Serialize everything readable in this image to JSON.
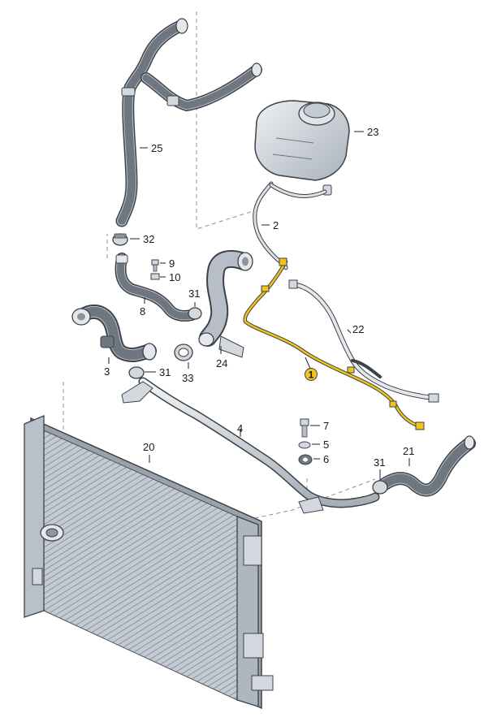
{
  "diagram": {
    "highlight_color": "#f0c419",
    "part_color": "#c9d0d8",
    "outline_color": "#3d4249",
    "labels": {
      "p1": "1",
      "p2": "2",
      "p3": "3",
      "p4": "4",
      "p5": "5",
      "p6": "6",
      "p7": "7",
      "p8": "8",
      "p9": "9",
      "p10": "10",
      "p20": "20",
      "p21": "21",
      "p22": "22",
      "p23": "23",
      "p24": "24",
      "p25": "25",
      "p31a": "31",
      "p31b": "31",
      "p31c": "31",
      "p32": "32",
      "p33": "33"
    }
  }
}
